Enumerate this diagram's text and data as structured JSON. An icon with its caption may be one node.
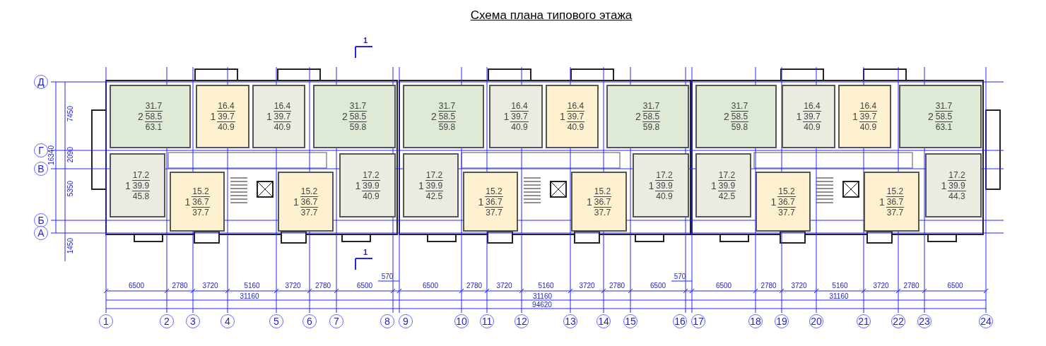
{
  "diagram": {
    "title": "Схема плана типового этажа",
    "nodes": [
      {
        "text": [
          "2",
          "31.7",
          "58.5",
          "63.1"
        ]
      },
      {
        "text": [
          "1",
          "16.4",
          "39.7",
          "40.9"
        ]
      },
      {
        "text": [
          "1",
          "16.4",
          "39.7",
          "40.9"
        ]
      },
      {
        "text": [
          "2",
          "31.7",
          "58.5",
          "59.8"
        ]
      },
      {
        "text": [
          "1",
          "17.2",
          "39.9",
          "45.8"
        ]
      },
      {
        "text": [
          "1",
          "15.2",
          "36.7",
          "37.7"
        ]
      },
      {
        "text": [
          "1",
          "15.2",
          "36.7",
          "37.7"
        ]
      },
      {
        "text": [
          "1",
          "17.2",
          "39.9",
          "40.9"
        ]
      },
      {
        "text": [
          "2",
          "31.7",
          "58.5",
          "59.8"
        ]
      },
      {
        "text": [
          "1",
          "16.4",
          "39.7",
          "40.9"
        ]
      },
      {
        "text": [
          "1",
          "16.4",
          "39.7",
          "40.9"
        ]
      },
      {
        "text": [
          "2",
          "31.7",
          "58.5",
          "59.8"
        ]
      },
      {
        "text": [
          "1",
          "17.2",
          "39.9",
          "42.5"
        ]
      },
      {
        "text": [
          "1",
          "15.2",
          "36.7",
          "37.7"
        ]
      },
      {
        "text": [
          "1",
          "15.2",
          "36.7",
          "37.7"
        ]
      },
      {
        "text": [
          "1",
          "17.2",
          "39.9",
          "40.9"
        ]
      },
      {
        "text": [
          "2",
          "31.7",
          "58.5",
          "59.8"
        ]
      },
      {
        "text": [
          "1",
          "16.4",
          "39.7",
          "40.9"
        ]
      },
      {
        "text": [
          "1",
          "16.4",
          "39.7",
          "40.9"
        ]
      },
      {
        "text": [
          "2",
          "31.7",
          "58.5",
          "63.1"
        ]
      },
      {
        "text": [
          "1",
          "17.2",
          "39.9",
          "42.5"
        ]
      },
      {
        "text": [
          "1",
          "15.2",
          "36.7",
          "37.7"
        ]
      },
      {
        "text": [
          "1",
          "15.2",
          "36.7",
          "37.7"
        ]
      },
      {
        "text": [
          "1",
          "17.2",
          "39.9",
          "44.3"
        ]
      }
    ],
    "labels": [
      "1",
      "Д",
      "Г",
      "В",
      "Б",
      "А",
      "7450",
      "2090",
      "5350",
      "1450",
      "16340",
      "1",
      "570",
      "570",
      "6500",
      "2780",
      "3720",
      "5160",
      "3720",
      "2780",
      "6500",
      "6500",
      "2780",
      "3720",
      "5160",
      "3720",
      "2780",
      "6500",
      "6500",
      "2780",
      "3720",
      "5160",
      "3720",
      "2780",
      "6500",
      "31160",
      "31160",
      "31160",
      "94620",
      "1",
      "2",
      "3",
      "4",
      "5",
      "6",
      "7",
      "8",
      "9",
      "10",
      "11",
      "12",
      "13",
      "14",
      "15",
      "16",
      "17",
      "18",
      "19",
      "20",
      "21",
      "22",
      "23",
      "24"
    ]
  }
}
